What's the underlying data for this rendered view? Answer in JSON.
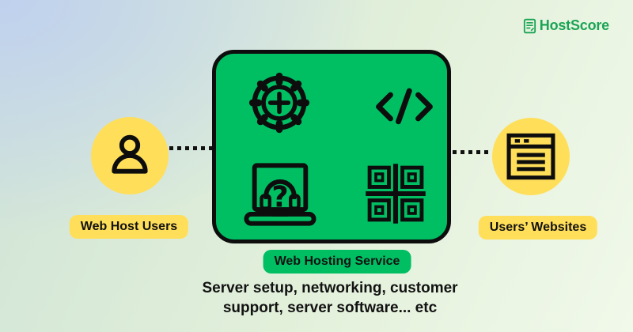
{
  "logo": {
    "text": "HostScore",
    "color": "#1ba455",
    "icon": "score-sheet-icon"
  },
  "actors": {
    "left": {
      "label": "Web Host Users",
      "icon": "person-icon",
      "circle_color": "#FFDE59"
    },
    "right": {
      "label": "Users’ Websites",
      "icon": "browser-icon",
      "circle_color": "#FFDE59"
    }
  },
  "service": {
    "badge": "Web Hosting Service",
    "description_lines": [
      "Server setup, networking, customer",
      "support, server software... etc"
    ],
    "box_color": "#00BF63",
    "icons": [
      "gear-plus-icon",
      "code-icon",
      "support-laptop-icon",
      "qr-code-icon"
    ]
  },
  "colors": {
    "yellow": "#FFDE59",
    "green": "#00BF63",
    "ink": "#0d0d0d",
    "background_top_left": "#c3d2ee",
    "background_bottom_right": "#f0f8ea"
  }
}
